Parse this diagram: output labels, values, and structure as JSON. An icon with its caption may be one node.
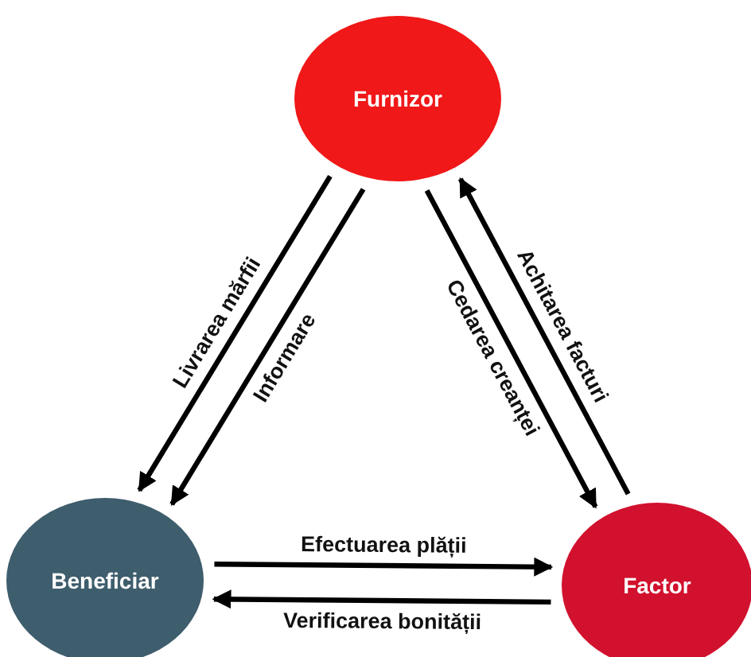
{
  "diagram": {
    "nodes": [
      {
        "text": [
          "Furnizor"
        ]
      },
      {
        "text": [
          "Beneficiar"
        ]
      },
      {
        "text": [
          "Factor"
        ]
      }
    ],
    "edges": [
      {
        "from": 0,
        "to": 1,
        "arrow": "to",
        "label": "Livrarea mărfii"
      },
      {
        "from": 0,
        "to": 1,
        "arrow": "to",
        "label": "Informare"
      },
      {
        "from": 0,
        "to": 2,
        "arrow": "to",
        "label": "Cedarea creanței"
      },
      {
        "from": 2,
        "to": 0,
        "arrow": "to",
        "label": "Achitarea facturi"
      },
      {
        "from": 1,
        "to": 2,
        "arrow": "to",
        "label": "Efectuarea plății"
      },
      {
        "from": 2,
        "to": 1,
        "arrow": "to",
        "label": "Verificarea bonității"
      }
    ]
  }
}
